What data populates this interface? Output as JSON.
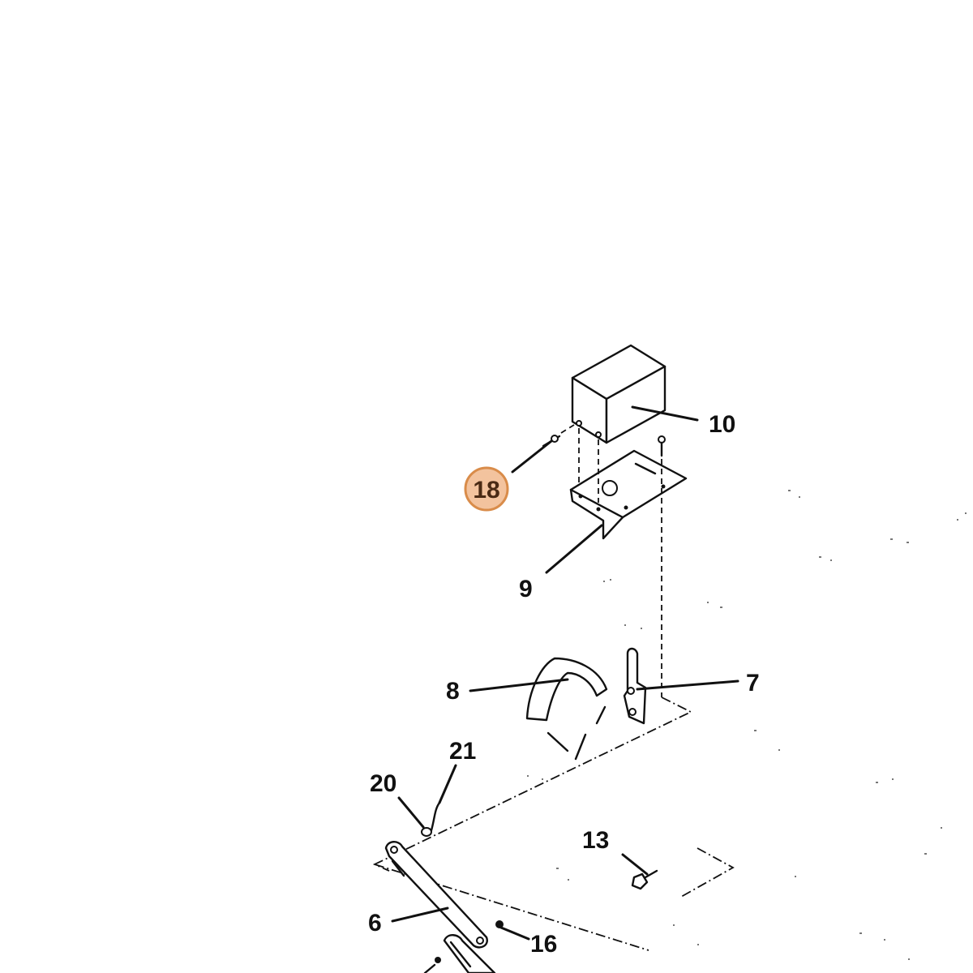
{
  "diagram": {
    "highlighted_callout": "18",
    "highlight_color": "#f3c39e",
    "highlight_border": "#d98c4a",
    "callouts": [
      {
        "id": "c10",
        "label": "10"
      },
      {
        "id": "c18",
        "label": "18"
      },
      {
        "id": "c9",
        "label": "9"
      },
      {
        "id": "c8",
        "label": "8"
      },
      {
        "id": "c7",
        "label": "7"
      },
      {
        "id": "c21",
        "label": "21"
      },
      {
        "id": "c20",
        "label": "20"
      },
      {
        "id": "c13",
        "label": "13"
      },
      {
        "id": "c6",
        "label": "6"
      },
      {
        "id": "c16",
        "label": "16"
      }
    ]
  }
}
